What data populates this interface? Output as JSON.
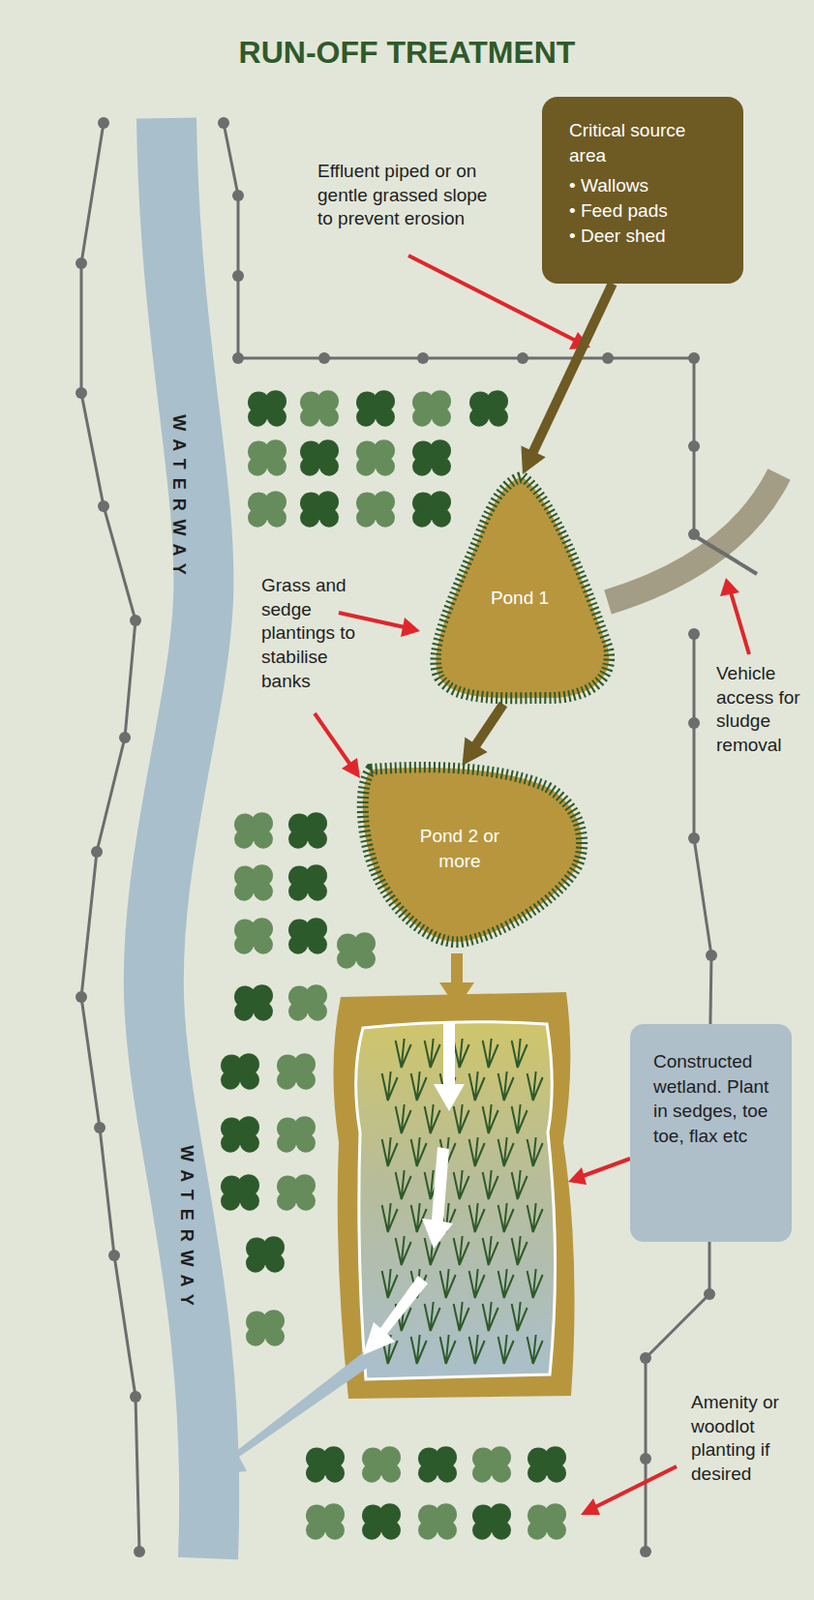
{
  "diagram": {
    "title": "RUN-OFF TREATMENT",
    "nodes": [
      {
        "text": [
          "Critical source area",
          "• Wallows",
          "• Feed pads",
          "• Deer shed"
        ]
      },
      {
        "text": [
          "WATERWAY",
          "WATERWAY"
        ]
      },
      {
        "text": [
          "Pond 1"
        ]
      },
      {
        "text": [
          "Pond 2 or more"
        ]
      },
      {
        "text": [
          "Constructed wetland. Plant in sedges, toe toe, flax etc"
        ]
      }
    ],
    "edges": [
      {
        "from": 0,
        "to": 2,
        "arrow": "to"
      },
      {
        "from": 2,
        "to": 3,
        "arrow": "to"
      }
    ],
    "labels": [
      "Effluent piped or on gentle grassed slope to prevent erosion",
      "Grass and sedge plantings to stabilise banks",
      "Vehicle access for sludge removal",
      "Amenity or woodlot planting if desired"
    ]
  }
}
